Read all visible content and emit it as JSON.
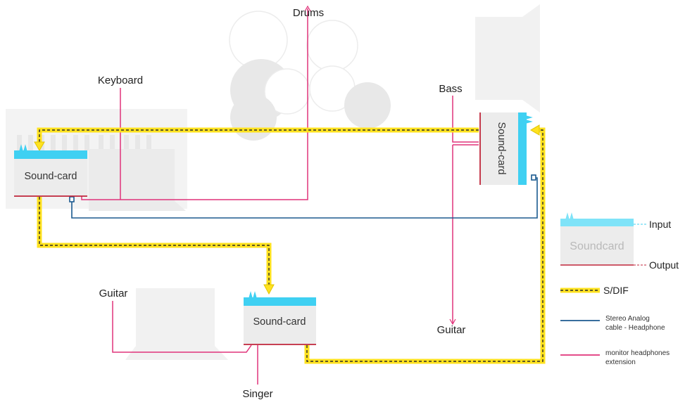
{
  "labels": {
    "drums": "Drums",
    "keyboard": "Keyboard",
    "bass": "Bass",
    "guitar_right": "Guitar",
    "guitar_left": "Guitar",
    "singer": "Singer"
  },
  "cards": {
    "left": "Sound-card",
    "right": "Sound-card",
    "bottom": "Sound-card"
  },
  "legend": {
    "soundcard": "Soundcard",
    "input": "Input",
    "output": "Output",
    "sdif": "S/DIF",
    "stereo_line1": "Stereo Analog",
    "stereo_line2": "cable - Headphone",
    "monitor_line1": "monitor headphones",
    "monitor_line2": "extension"
  },
  "colors": {
    "card_cyan": "#3fd0f2",
    "output_red": "#c0263b",
    "monitor_pink": "#e0337a",
    "analog_blue": "#1b5a8f",
    "sdif_yellow": "#ffe21f",
    "sdif_dash": "#2a2a2a",
    "card_body": "#ececec"
  }
}
